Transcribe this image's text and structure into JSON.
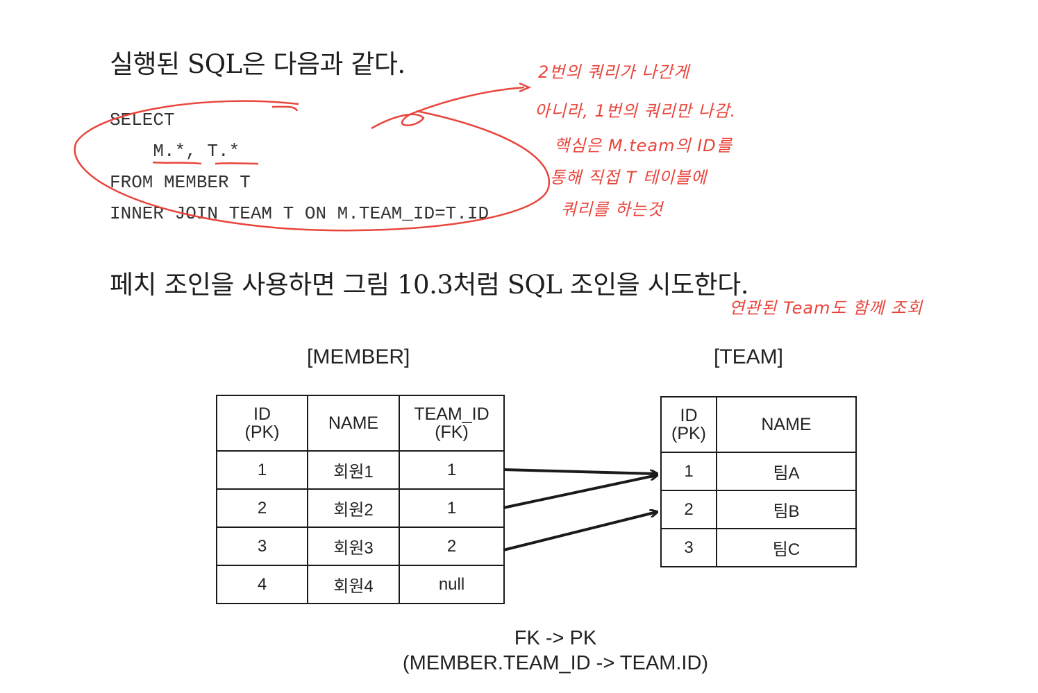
{
  "text": {
    "para1": "실행된 SQL은 다음과 같다.",
    "para2": "페치 조인을 사용하면 그림 10.3처럼 SQL 조인을 시도한다."
  },
  "sql": [
    "SELECT",
    "    M.*, T.*",
    "FROM MEMBER T",
    "INNER JOIN TEAM T ON M.TEAM_ID=T.ID"
  ],
  "diagram": {
    "member": {
      "title": "[MEMBER]",
      "headers": [
        {
          "line1": "ID",
          "line2": "(PK)"
        },
        {
          "line1": "NAME",
          "line2": ""
        },
        {
          "line1": "TEAM_ID",
          "line2": "(FK)"
        }
      ],
      "rows": [
        [
          "1",
          "회원1",
          "1"
        ],
        [
          "2",
          "회원2",
          "1"
        ],
        [
          "3",
          "회원3",
          "2"
        ],
        [
          "4",
          "회원4",
          "null"
        ]
      ]
    },
    "team": {
      "title": "[TEAM]",
      "headers": [
        {
          "line1": "ID",
          "line2": "(PK)"
        },
        {
          "line1": "NAME",
          "line2": ""
        }
      ],
      "rows": [
        [
          "1",
          "팀A"
        ],
        [
          "2",
          "팀B"
        ],
        [
          "3",
          "팀C"
        ]
      ]
    },
    "caption_line1": "FK -> PK",
    "caption_line2": "(MEMBER.TEAM_ID -> TEAM.ID)"
  },
  "annotations": {
    "note1": "2번의 쿼리가  나간게",
    "note2": "아니라,  1번의 쿼리만 나감.",
    "note3": "핵심은  M.team의 ID를",
    "note4": "통해  직접  T 테이블에",
    "note5": "쿼리를  하는것",
    "note6": "연관된  Team도  함께  조회",
    "ink_color": "#e8453c"
  }
}
